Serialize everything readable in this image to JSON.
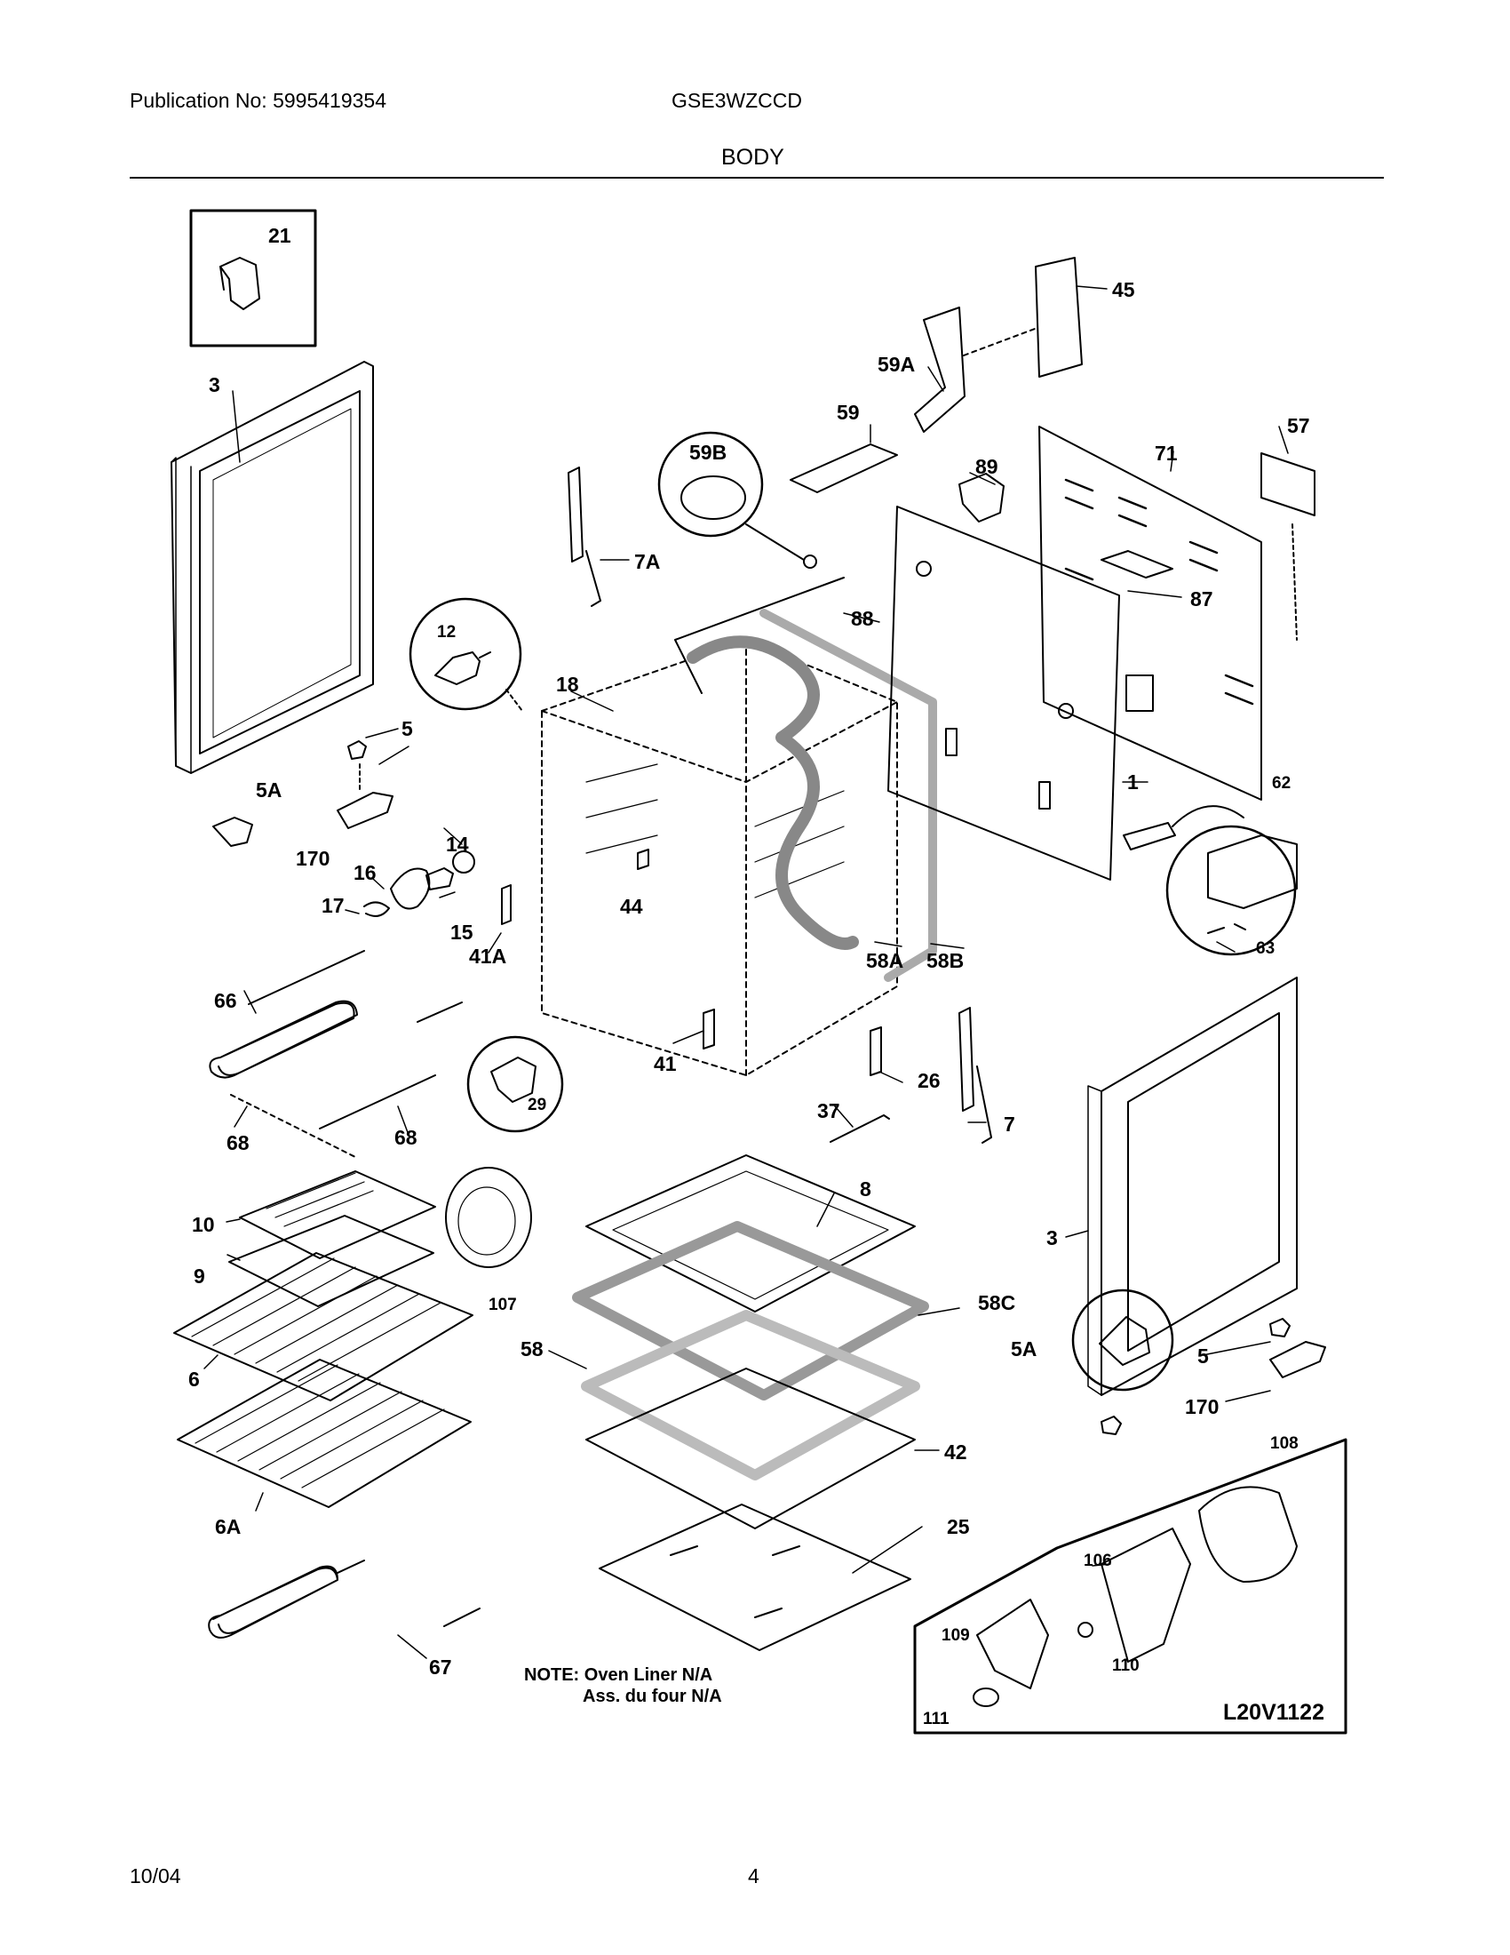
{
  "header": {
    "publication": "Publication No: 5995419354",
    "model": "GSE3WZCCD",
    "section": "BODY"
  },
  "callouts": {
    "c21": "21",
    "c45": "45",
    "c59A": "59A",
    "c59": "59",
    "c59B": "59B",
    "c57": "57",
    "c71": "71",
    "c89": "89",
    "c87": "87",
    "c7A": "7A",
    "c88": "88",
    "c3_left": "3",
    "c12": "12",
    "c18": "18",
    "c5_left": "5",
    "c1": "1",
    "c62": "62",
    "c5A_left": "5A",
    "c170_left": "170",
    "c14": "14",
    "c16": "16",
    "c17": "17",
    "c15": "15",
    "c44": "44",
    "c41A": "41A",
    "c58A": "58A",
    "c58B": "58B",
    "c63": "63",
    "c66": "66",
    "c41": "41",
    "c26": "26",
    "c29": "29",
    "c37": "37",
    "c7": "7",
    "c68_left": "68",
    "c68_right": "68",
    "c8": "8",
    "c10": "10",
    "c9": "9",
    "c107": "107",
    "c3_right": "3",
    "c58C": "58C",
    "c6": "6",
    "c58": "58",
    "c5A_right": "5A",
    "c5_right": "5",
    "c170_right": "170",
    "c42": "42",
    "c108": "108",
    "c25": "25",
    "c6A": "6A",
    "c106": "106",
    "c109": "109",
    "c110": "110",
    "c67": "67",
    "c111": "111"
  },
  "note": {
    "line1": "NOTE: Oven Liner N/A",
    "line2": "Ass. du four N/A"
  },
  "diagram_code": "L20V1122",
  "footer": {
    "date": "10/04",
    "page": "4"
  }
}
